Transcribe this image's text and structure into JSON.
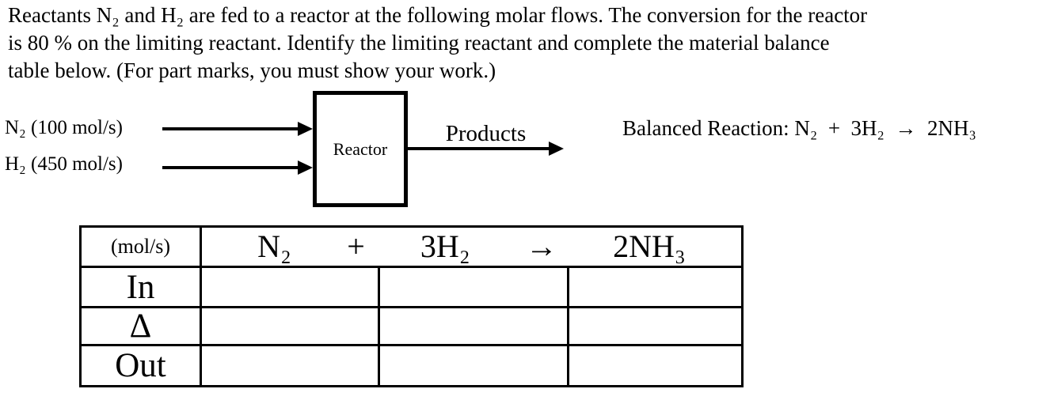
{
  "colors": {
    "ink": "#000000",
    "paper": "#ffffff"
  },
  "problem": {
    "lines": [
      "Reactants N₂ and H₂ are fed to a reactor at the following molar flows. The conversion for the reactor",
      "is 80 % on the limiting reactant. Identify the limiting reactant and complete the material balance",
      "table below. (For part marks, you must show your work.)"
    ]
  },
  "diagram": {
    "feed_labels": [
      "N₂ (100 mol/s)",
      "H₂ (450 mol/s)"
    ],
    "reactor_label": "Reactor",
    "products_label": "Products",
    "balanced_reaction": "Balanced Reaction: N₂  +  3H₂  →  2NH₃"
  },
  "table": {
    "unit_header": "(mol/s)",
    "reaction_terms": [
      "N₂",
      "+",
      "3H₂",
      "→",
      "2NH₃"
    ],
    "rows": [
      {
        "label": "In",
        "cells": [
          "",
          "",
          ""
        ]
      },
      {
        "label": "Δ",
        "cells": [
          "",
          "",
          ""
        ]
      },
      {
        "label": "Out",
        "cells": [
          "",
          "",
          ""
        ]
      }
    ]
  }
}
